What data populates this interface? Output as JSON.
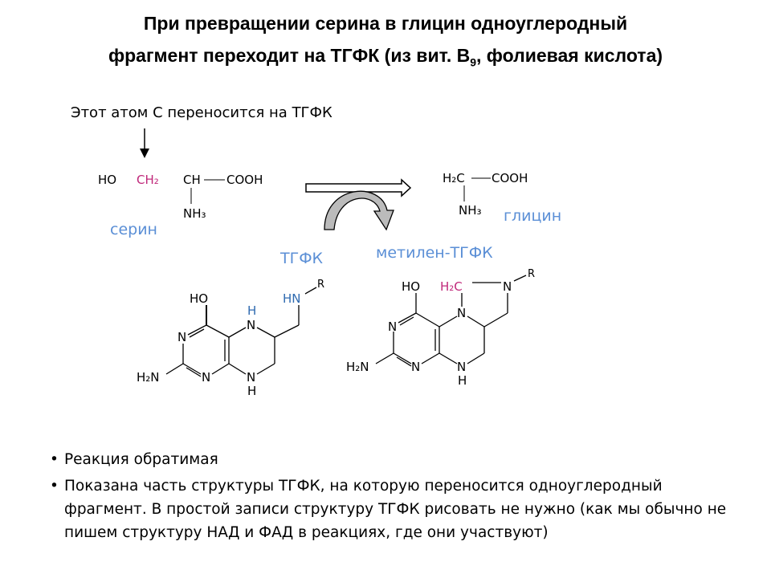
{
  "title": {
    "line1": "При превращении серина в глицин одноуглеродный",
    "line2_pre": "фрагмент переходит на ТГФК (из вит. B",
    "line2_sub": "9",
    "line2_post": ", фолиевая кислота)"
  },
  "note": "Этот атом С переносится на ТГФК",
  "serine": {
    "ho": "HO",
    "ch2": "CH₂",
    "ch": "CH",
    "cooh": "COOH",
    "nh3": "NH₃",
    "name": "серин"
  },
  "glycine": {
    "h2c": "H₂C",
    "cooh": "COOH",
    "nh3": "NH₃",
    "name": "глицин"
  },
  "cofactors": {
    "thf": "ТГФК",
    "methylene_thf": "метилен-ТГФК"
  },
  "thf_structure": {
    "ho": "HO",
    "n": "N",
    "h": "H",
    "hn": "HN",
    "r": "R",
    "h2n": "H₂N"
  },
  "methylene_structure": {
    "ho": "HO",
    "h2c": "H₂C",
    "n": "N",
    "h": "H",
    "r": "R",
    "h2n": "H₂N"
  },
  "bullets": [
    "Реакция обратимая",
    "Показана часть структуры ТГФК, на которую переносится одноуглеродный фрагмент. В простой записи структуру ТГФК рисовать не нужно (как мы обычно не пишем структуру НАД и ФАД в реакциях, где они участвуют)"
  ],
  "colors": {
    "label_blue": "#5b8fd6",
    "magenta": "#c0287a",
    "h_blue": "#2f6ab0"
  }
}
